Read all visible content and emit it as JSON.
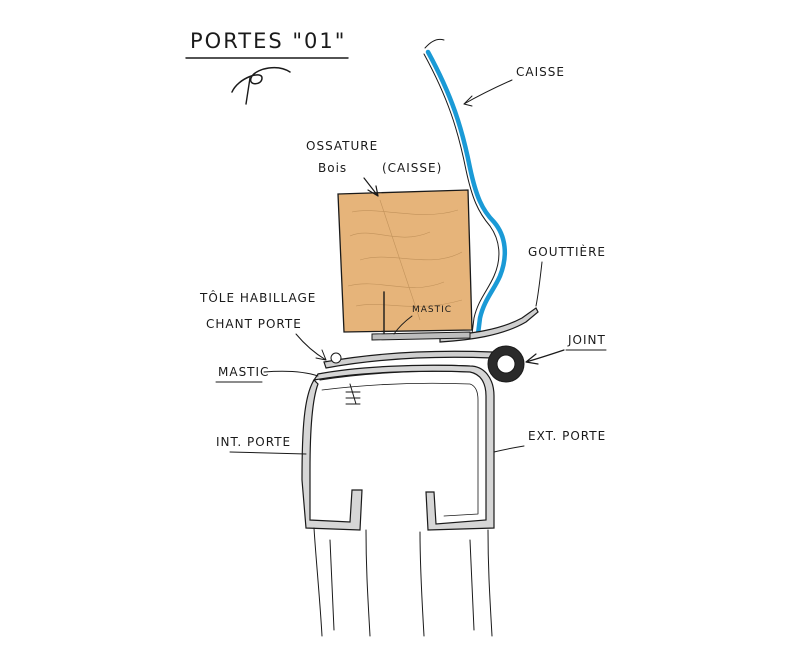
{
  "title": "PORTES \"01\"",
  "labels": {
    "caisse": "CAISSE",
    "ossature_line1": "OSSATURE",
    "ossature_line2": "Bois",
    "ossature_caisse": "(CAISSE)",
    "gouttiere": "GOUTTIÈRE",
    "tole_line1": "TÔLE HABILLAGE",
    "tole_line2": "CHANT PORTE",
    "mastic_top": "MASTIC",
    "mastic_left": "MASTIC",
    "joint": "JOINT",
    "int_porte": "INT. PORTE",
    "ext_porte": "EXT. PORTE"
  },
  "colors": {
    "caisse_blue": "#1a9ad6",
    "wood_fill": "#e6b47a",
    "ink": "#1a1a1a",
    "metal_fill": "#cfcfcf"
  }
}
